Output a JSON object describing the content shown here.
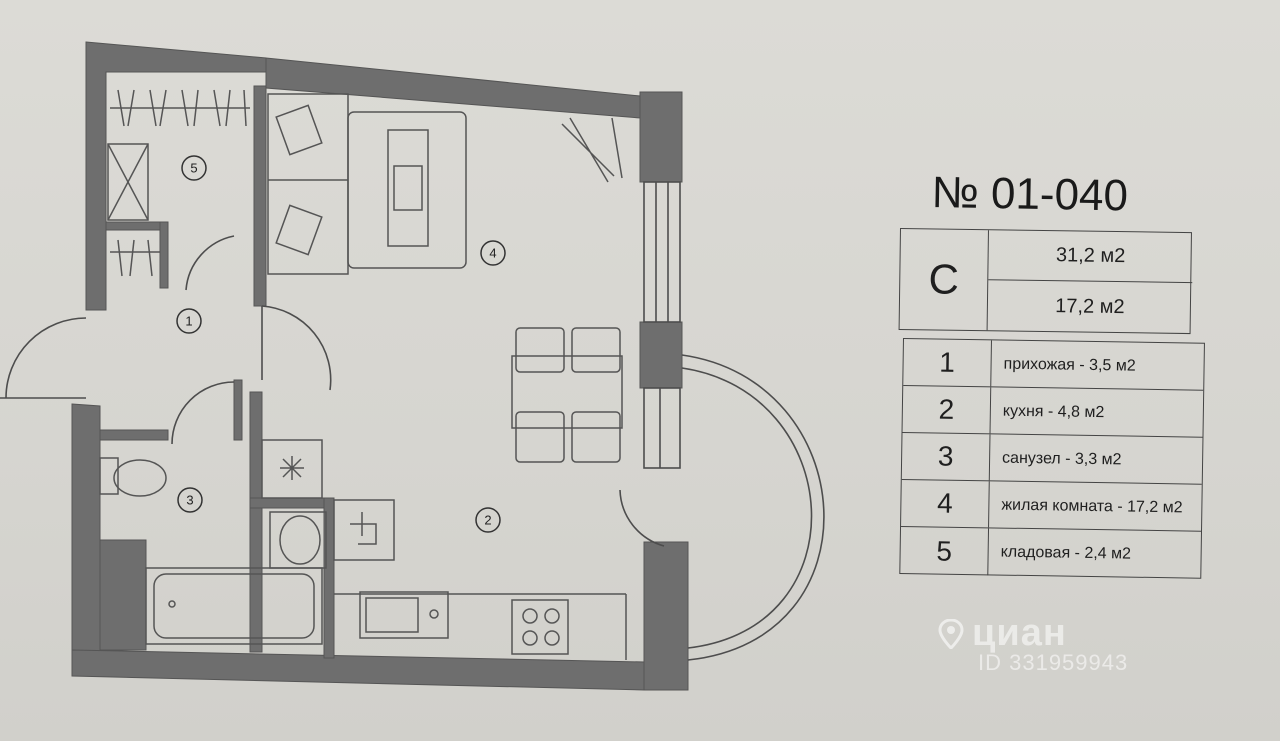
{
  "apartment": {
    "number": "№ 01-040"
  },
  "summary": {
    "type": "С",
    "total_area": "31,2 м2",
    "living_area": "17,2 м2"
  },
  "rooms": [
    {
      "num": "1",
      "desc": "прихожая -  3,5 м2"
    },
    {
      "num": "2",
      "desc": "кухня - 4,8 м2"
    },
    {
      "num": "3",
      "desc": "санузел - 3,3 м2"
    },
    {
      "num": "4",
      "desc": "жилая комната - 17,2 м2"
    },
    {
      "num": "5",
      "desc": "кладовая -  2,4 м2"
    }
  ],
  "plan_labels": {
    "r1": "1",
    "r2": "2",
    "r3": "3",
    "r4": "4",
    "r5": "5"
  },
  "watermark": {
    "brand": "циан",
    "id": "ID 331959943"
  },
  "colors": {
    "wall": "#6e6e6e",
    "paper": "#d9d8d3",
    "ink": "#1f1f1f"
  }
}
